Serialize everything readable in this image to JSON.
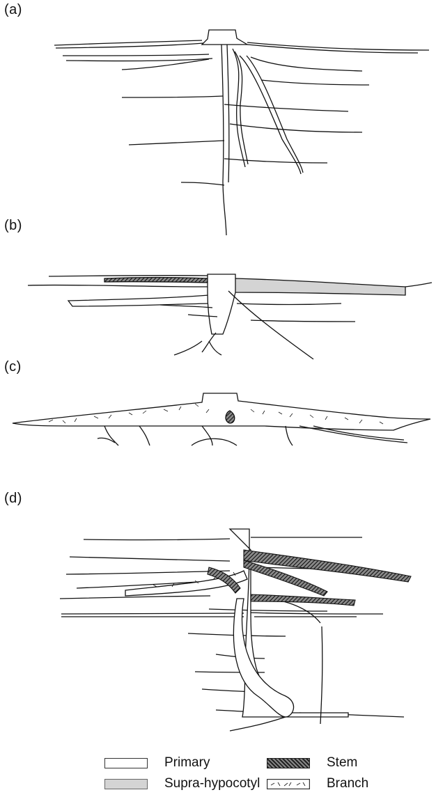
{
  "panels": {
    "a": "(a)",
    "b": "(b)",
    "c": "(c)",
    "d": "(d)"
  },
  "legend": {
    "primary": "Primary",
    "supra": "Supra-hypocotyl",
    "stem": "Stem",
    "branch": "Branch"
  }
}
